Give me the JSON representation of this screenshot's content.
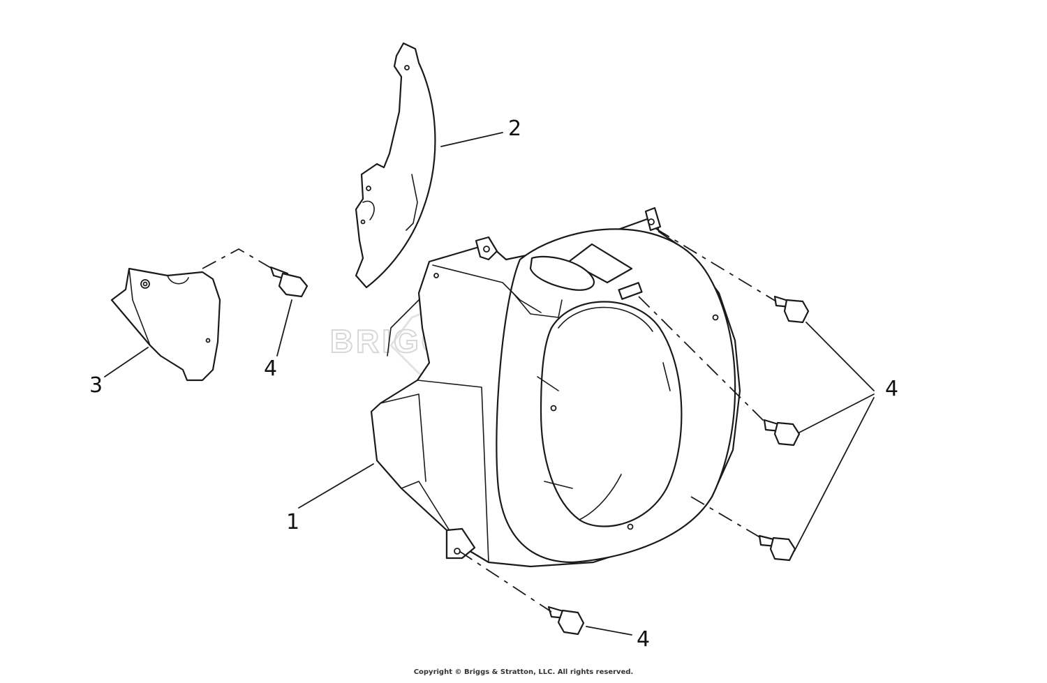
{
  "watermark": {
    "brand": "BRIGGS & STRATTON",
    "mark": "®"
  },
  "callouts": {
    "housing": "1",
    "plate": "2",
    "cover": "3",
    "screw_cover": "4",
    "screw_group": "4",
    "screw_bottom": "4"
  },
  "copyright": "Copyright © Briggs & Stratton, LLC. All rights reserved."
}
